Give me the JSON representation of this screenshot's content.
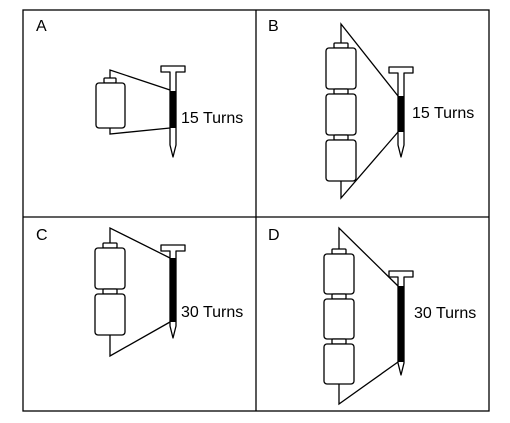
{
  "panels": [
    {
      "letter": "A",
      "batteries": 1,
      "turns_label": "15 Turns",
      "coil_fraction": 0.5
    },
    {
      "letter": "B",
      "batteries": 3,
      "turns_label": "15 Turns",
      "coil_fraction": 0.5
    },
    {
      "letter": "C",
      "batteries": 2,
      "turns_label": "30 Turns",
      "coil_fraction": 1.0
    },
    {
      "letter": "D",
      "batteries": 3,
      "turns_label": "30 Turns",
      "coil_fraction": 1.0
    }
  ],
  "colors": {
    "line": "#000000",
    "coil": "#000000",
    "background": "#ffffff"
  }
}
